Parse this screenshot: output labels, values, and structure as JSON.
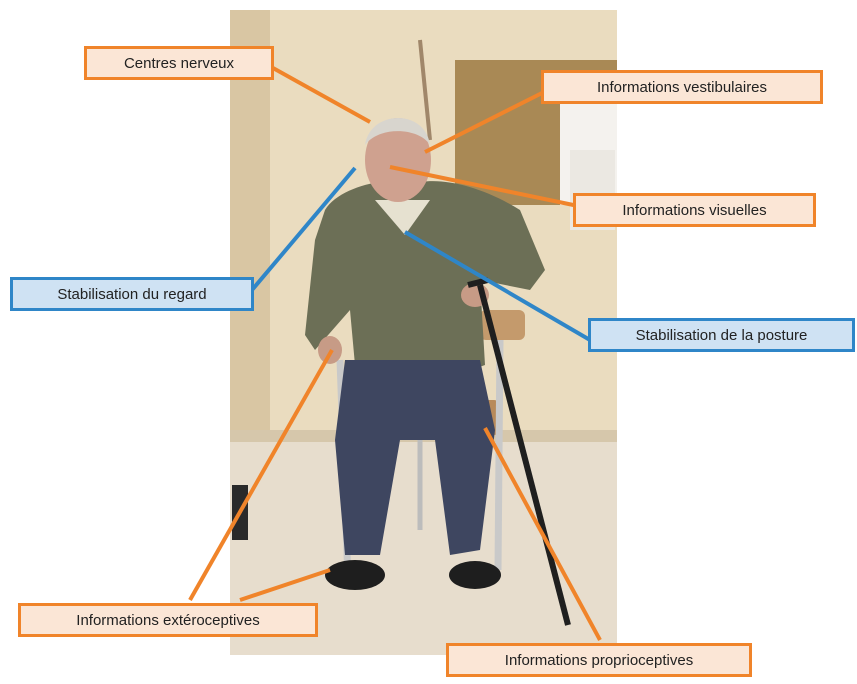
{
  "colors": {
    "orange": "#f0842a",
    "blue": "#2f86c8",
    "orange_fill": "#fbe6d6",
    "blue_fill": "#cfe2f3"
  },
  "labels": {
    "centres_nerveux": "Centres nerveux",
    "informations_vestibulaires": "Informations vestibulaires",
    "informations_visuelles": "Informations visuelles",
    "stabilisation_du_regard": "Stabilisation du regard",
    "stabilisation_de_la_posture": "Stabilisation de la posture",
    "informations_exteroceptives": "Informations extéroceptives",
    "informations_proprioceptives": "Informations proprioceptives"
  },
  "photo": {
    "subject": "elderly man seated on a chair holding a cane"
  }
}
